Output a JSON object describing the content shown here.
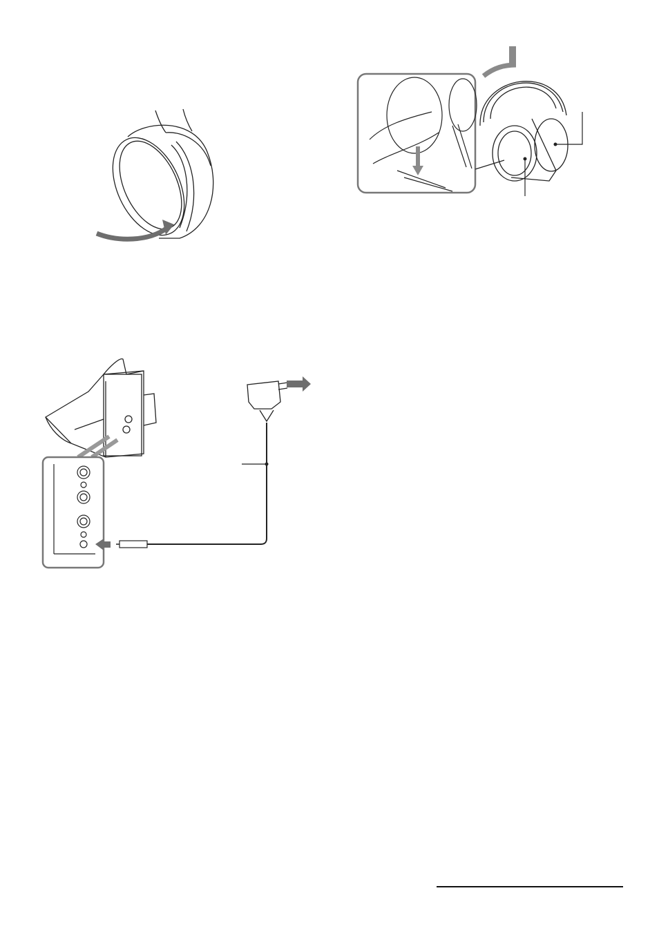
{
  "page": {
    "figures": [
      {
        "id": "earpad-rotate",
        "icon": "headphone-earcup-rotate-illustration"
      },
      {
        "id": "headphones-on-charger",
        "icon": "headphones-charging-stand-illustration"
      },
      {
        "id": "transmitter-connection",
        "icon": "transmitter-ac-adaptor-connection-illustration"
      }
    ],
    "colors": {
      "line": "#222222",
      "arrow": "#6e6e6e",
      "inset_border": "#777777"
    }
  }
}
